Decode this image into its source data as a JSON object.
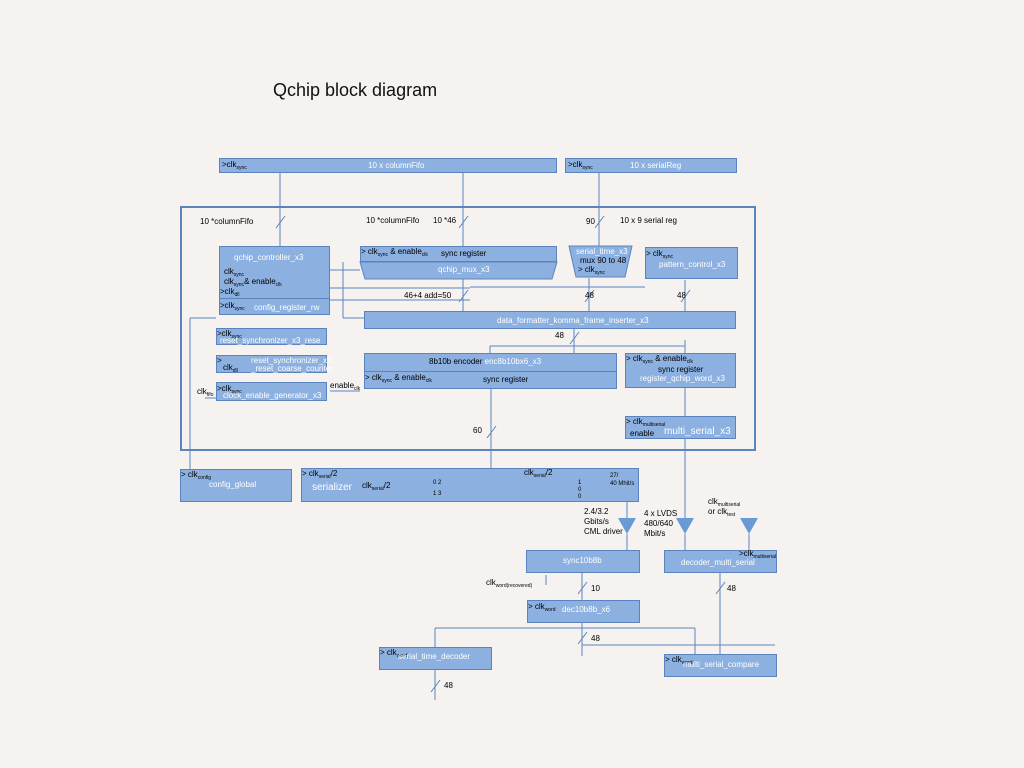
{
  "title": "Qchip block diagram",
  "colors": {
    "box_fill": "#8cb0e0",
    "box_border": "#5b84bf",
    "line": "#5b84bf",
    "background": "#f5f2f0"
  },
  "top": {
    "column_fifo": {
      "clk": "clk",
      "sub": "sync",
      "name": "10 x columnFifo"
    },
    "serial_reg": {
      "clk": "clk",
      "sub": "sync",
      "name": "10 x serialReg"
    }
  },
  "bus": {
    "columnfifo_a": "10 *columnFifo",
    "columnfifo_b": "10 *columnFifo",
    "x46": "10 *46",
    "n90": "90",
    "serial_reg_9": "10 x 9 serial reg",
    "add": "46+4 add=50",
    "b48_a": "48",
    "b48_b": "48",
    "b48_c": "48",
    "b60": "60",
    "b10": "10",
    "b48_dec": "48",
    "b48_cmp": "48",
    "b48_out": "48"
  },
  "blocks": {
    "qchip_controller": {
      "name": "qchip_controller_x3",
      "l1": "clk",
      "l1s": "sync",
      "l2": "clk",
      "l2s": "sync",
      "l2b": "& enable",
      "l2bs": "clk",
      "l3": "clk",
      "l3s": "dll"
    },
    "config_register": {
      "clk": "clk",
      "sub": "sync",
      "name": "config_register_rw"
    },
    "reset_sync": {
      "clk": "clk",
      "sub": "sync",
      "name": "reset_synchronizer_x3_rese"
    },
    "reset_coarse": {
      "clk": "clk",
      "sub": "dll",
      "name1": "reset_synchronizer_x3",
      "name2": "_reset_coarse_counter"
    },
    "clock_enable": {
      "clk": "clk",
      "sub": "sync",
      "name": "clock_enable_generator_x3",
      "in_clk": "clk",
      "in_sub": "fifo",
      "out": "enable",
      "out_sub": "clk"
    },
    "qchip_mux": {
      "clk": "clk",
      "sub": "sync",
      "en": "& enable",
      "en_sub": "clk",
      "reg": "sync register",
      "name": "qchip_mux_x3"
    },
    "serial_time": {
      "name": "serial_time_x3",
      "mux": "mux 90 to 48",
      "clk": "clk",
      "sub": "sync"
    },
    "pattern_control": {
      "clk": "clk",
      "sub": "sync",
      "name": "pattern_control_x3"
    },
    "data_formatter": {
      "name": "data_formatter_komma_frame_inserter_x3"
    },
    "encoder": {
      "pre": "8b10b encoder",
      "name": "enc8b10bx6_x3",
      "clk": "clk",
      "sub": "sync",
      "en": "& enable",
      "en_sub": "clk",
      "reg": "sync register"
    },
    "register_word": {
      "clk": "clk",
      "sub": "sync",
      "en": "& enable",
      "en_sub": "clk",
      "reg": "sync register",
      "name": "register_qchip_word_x3"
    },
    "multi_serial": {
      "clk": "clk",
      "sub": "multiserial",
      "en": "enable",
      "name": "multi_serial_x3"
    },
    "config_global": {
      "clk": "clk",
      "sub": "config",
      "name": "config_global"
    },
    "serializer": {
      "clk": "clk",
      "sub": "serial",
      "div": "/2",
      "name": "serializer",
      "clk2": "clk",
      "sub2": "serial",
      "div2": "/2",
      "clk3": "clk",
      "sub3": "serial",
      "div3": "/2",
      "rate": "27/",
      "rate2": "40 Mhit/s",
      "r0a": "0",
      "r0b": "2",
      "r1a": "1",
      "r1b": "3",
      "r0c": "1",
      "r1c": "0",
      "r2c": "0"
    },
    "sync10b8b": {
      "name": "sync10b8b"
    },
    "dec10b8b": {
      "clk": "clk",
      "sub": "word",
      "name": "dec10b8b_x6"
    },
    "decoder_multi": {
      "clk": "clk",
      "sub": "multiserial",
      "name": "decoder_multi_serial"
    },
    "serial_time_decoder": {
      "clk": "clk",
      "sub": "word",
      "name": "serial_time_decoder"
    },
    "multi_serial_compare": {
      "clk": "clk",
      "sub": "word",
      "name": "multi_serial_compare"
    }
  },
  "drivers": {
    "cml": {
      "l1": "2.4/3.2",
      "l2": "Gbits/s",
      "l3": "CML driver"
    },
    "lvds": {
      "l1": "4 x  LVDS",
      "l2": "480/640",
      "l3": "Mbit/s"
    },
    "test": {
      "l1": "clk",
      "l1s": "multiserial",
      "l2": "or clk",
      "l2s": "test"
    },
    "recovered": {
      "clk": "clk",
      "sub": "word(recovered)"
    }
  }
}
